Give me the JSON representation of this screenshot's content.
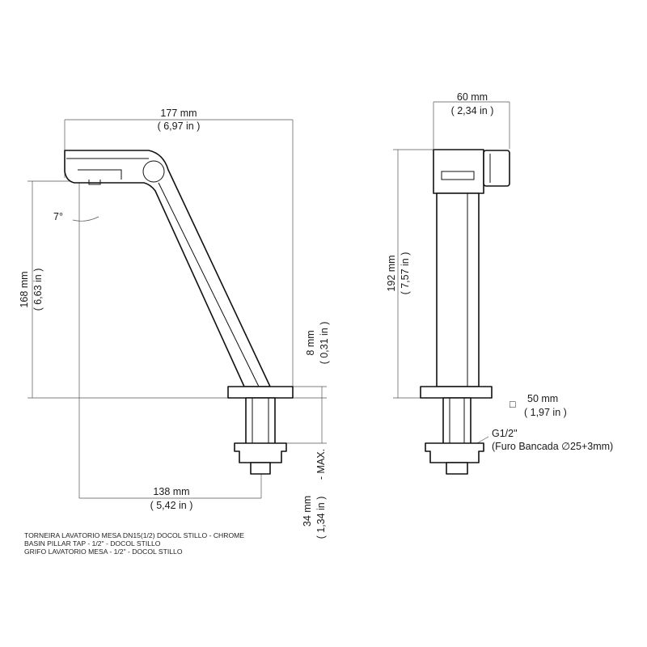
{
  "side_view": {
    "total_length": {
      "mm": "177 mm",
      "inch": "( 6,97 in )"
    },
    "height": {
      "mm": "168 mm",
      "inch": "( 6,63 in )"
    },
    "angle": "7°",
    "reach": {
      "mm": "138 mm",
      "inch": "( 5,42 in )"
    },
    "base_thickness": {
      "mm": "8 mm",
      "inch": "( 0,31 in )"
    },
    "max_counter": {
      "mm": "34 mm",
      "inch": "( 1,34 in )",
      "suffix": "- MAX."
    }
  },
  "front_view": {
    "width": {
      "mm": "60 mm",
      "inch": "( 2,34 in )"
    },
    "height": {
      "mm": "192 mm",
      "inch": "( 7,57 in )"
    },
    "base": {
      "symbol": "□",
      "mm": "50 mm",
      "inch": "( 1,97 in )"
    },
    "thread": {
      "label": "G1/2\"",
      "hole": "(Furo Bancada ∅25+3mm)"
    }
  },
  "notes": [
    "TORNEIRA LAVATORIO MESA DN15(1/2) DOCOL STILLO - CHROME",
    "BASIN PILLAR TAP - 1/2\" - DOCOL STILLO",
    "GRIFO LAVATORIO MESA - 1/2\" - DOCOL STILLO"
  ],
  "colors": {
    "line": "#111111",
    "dimension": "#555555",
    "text": "#1a1a1a"
  }
}
